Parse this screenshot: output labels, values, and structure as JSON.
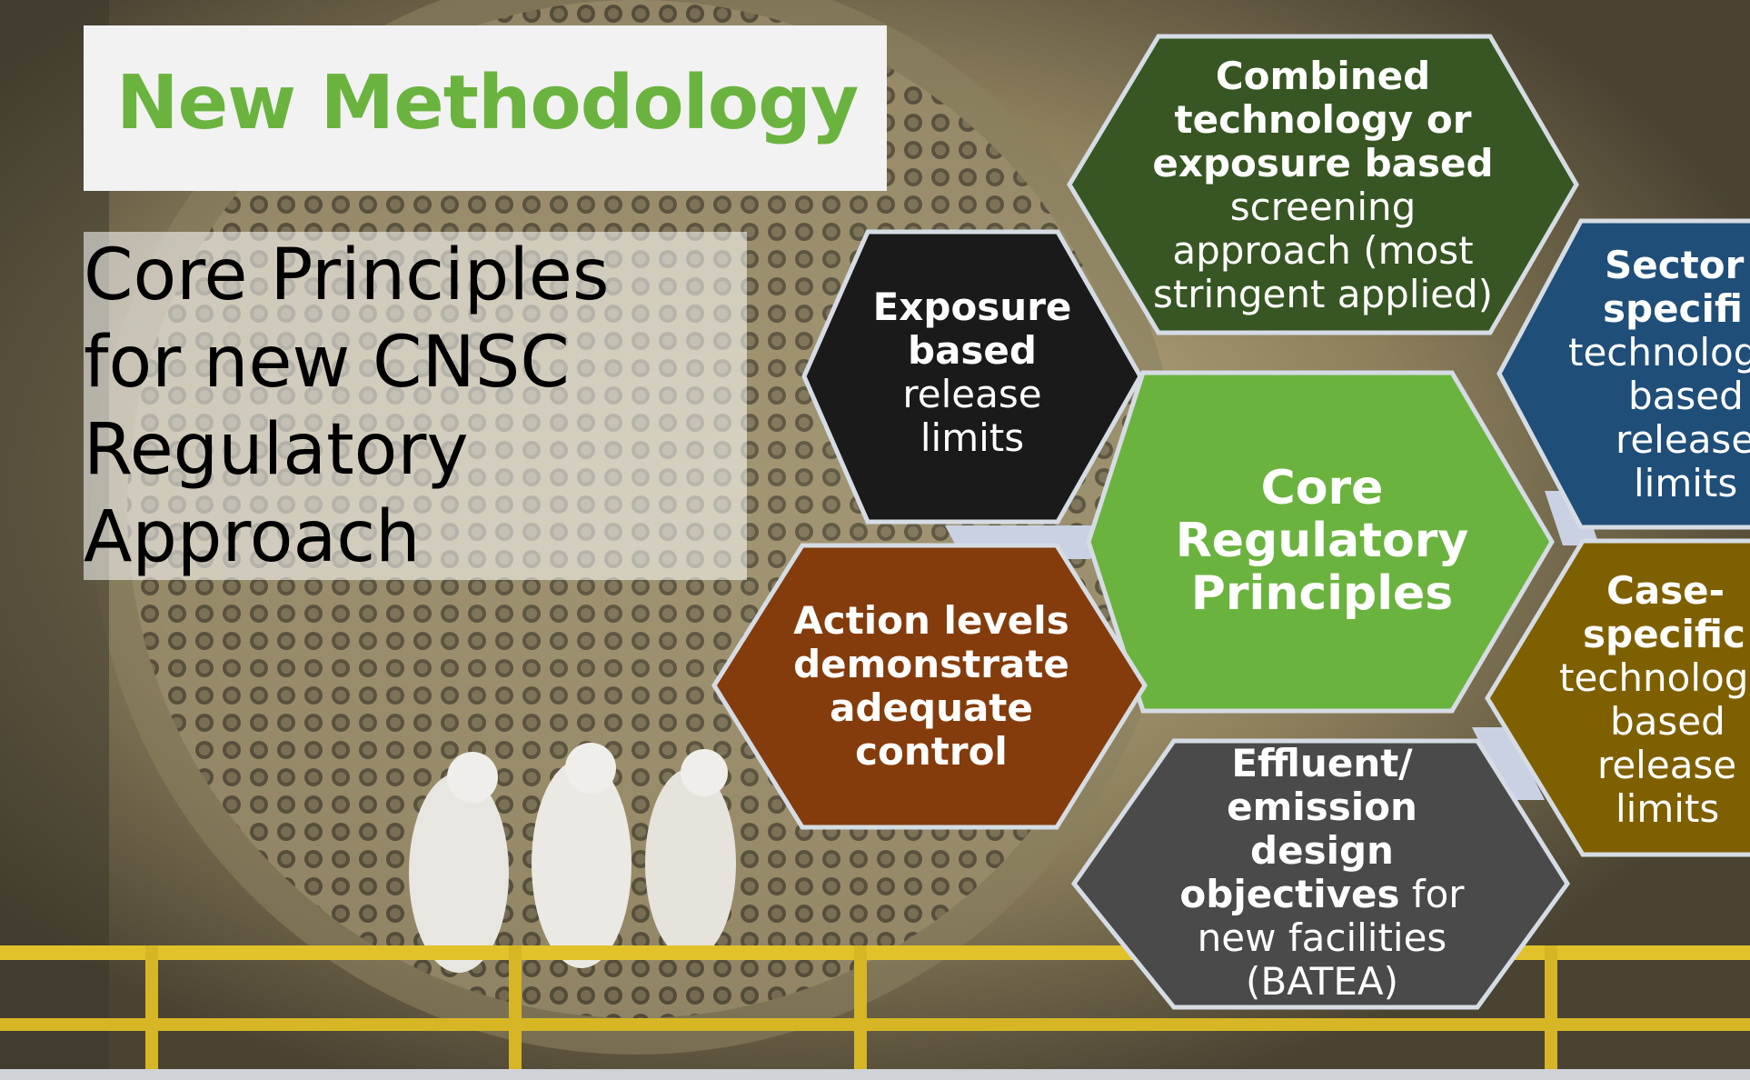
{
  "slide": {
    "title": "New Methodology",
    "subtitle_lines": [
      "Core Principles",
      "for new CNSC",
      "Regulatory",
      "Approach"
    ]
  },
  "hexagons": {
    "combined": {
      "bold_lines": [
        "Combined",
        "technology or",
        "exposure based"
      ],
      "normal_lines": [
        "screening",
        "approach (most",
        "stringent applied)"
      ]
    },
    "exposure": {
      "bold_lines": [
        "Exposure",
        "based"
      ],
      "normal_lines": [
        "release",
        "limits"
      ]
    },
    "sector": {
      "bold_lines": [
        "Sector",
        "specifi"
      ],
      "normal_lines": [
        "technolog",
        "based",
        "release",
        "limits"
      ]
    },
    "core": {
      "bold_lines": [
        "Core",
        "Regulatory",
        "Principles"
      ]
    },
    "action": {
      "bold_lines": [
        "Action levels",
        "demonstrate",
        "adequate",
        "control"
      ]
    },
    "case": {
      "bold_lines": [
        "Case-",
        "specific"
      ],
      "normal_lines": [
        "technolog",
        "based",
        "release",
        "limits"
      ]
    },
    "effluent": {
      "bold_lines": [
        "Effluent/",
        "emission",
        "design"
      ],
      "mixed_line": {
        "bold": "objectives",
        "normal": " for"
      },
      "normal_lines": [
        "new facilities",
        "(BATEA)"
      ]
    }
  },
  "colors": {
    "title_green": "#6bb33f",
    "combined": "#375623",
    "exposure": "#1a1a1a",
    "sector": "#1f4e79",
    "core": "#6bb33f",
    "action": "#843c0c",
    "case": "#7f6000",
    "effluent": "#4a4a4a",
    "outline": "#d6dce4"
  }
}
